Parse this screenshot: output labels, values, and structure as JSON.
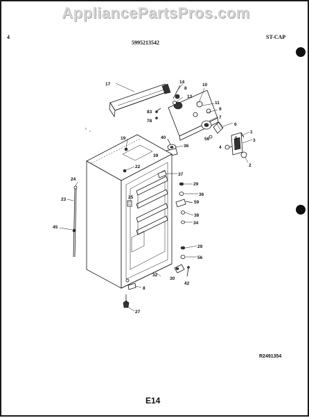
{
  "watermark": "AppliancePartsPros.com",
  "header": {
    "page_number": "4",
    "model": "5995213542",
    "section": "ST-CAP"
  },
  "footer": {
    "reference_code": "R2491354",
    "page_code": "E14"
  },
  "callouts": {
    "c17": "17",
    "c14": "14",
    "c8a": "8",
    "c13": "13",
    "c10": "10",
    "c11": "11",
    "c9": "9",
    "c7": "7",
    "c6": "6",
    "c1": "1",
    "c3": "3",
    "c5": "5",
    "c4": "4",
    "c2": "2",
    "c83": "83",
    "c78": "78",
    "c56a": "56",
    "c40": "40",
    "c36a": "36",
    "c39": "39",
    "c19": "19",
    "c22": "22",
    "c37": "37",
    "c29a": "29",
    "c36b": "36",
    "c59": "59",
    "c24": "24",
    "c23": "23",
    "c25": "25",
    "c38": "38",
    "c34": "34",
    "c45": "45",
    "c29b": "29",
    "c56b": "56",
    "c30": "30",
    "c42": "42",
    "c32": "32",
    "c8b": "8",
    "c27": "27"
  }
}
